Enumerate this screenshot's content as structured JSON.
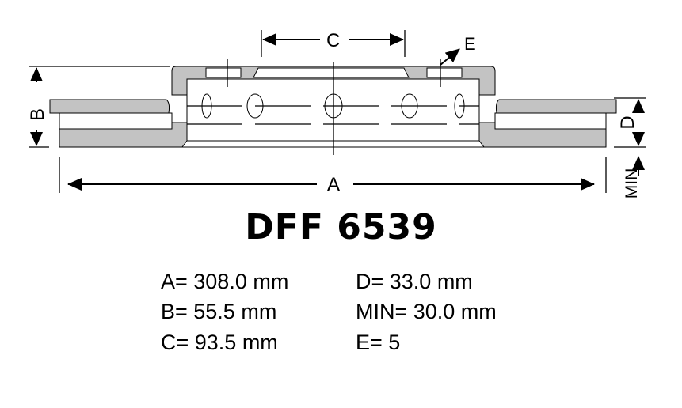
{
  "diagram": {
    "labels": {
      "A": "A",
      "B": "B",
      "C": "C",
      "D": "D",
      "E": "E",
      "MIN": "MIN"
    },
    "colors": {
      "fill": "#c3c3c3",
      "line": "#000000"
    }
  },
  "title": "DFF 6539",
  "specs": {
    "left": [
      "A= 308.0 mm",
      "B= 55.5 mm",
      "C= 93.5 mm"
    ],
    "right": [
      "D= 33.0 mm",
      "MIN= 30.0 mm",
      "E= 5"
    ]
  }
}
